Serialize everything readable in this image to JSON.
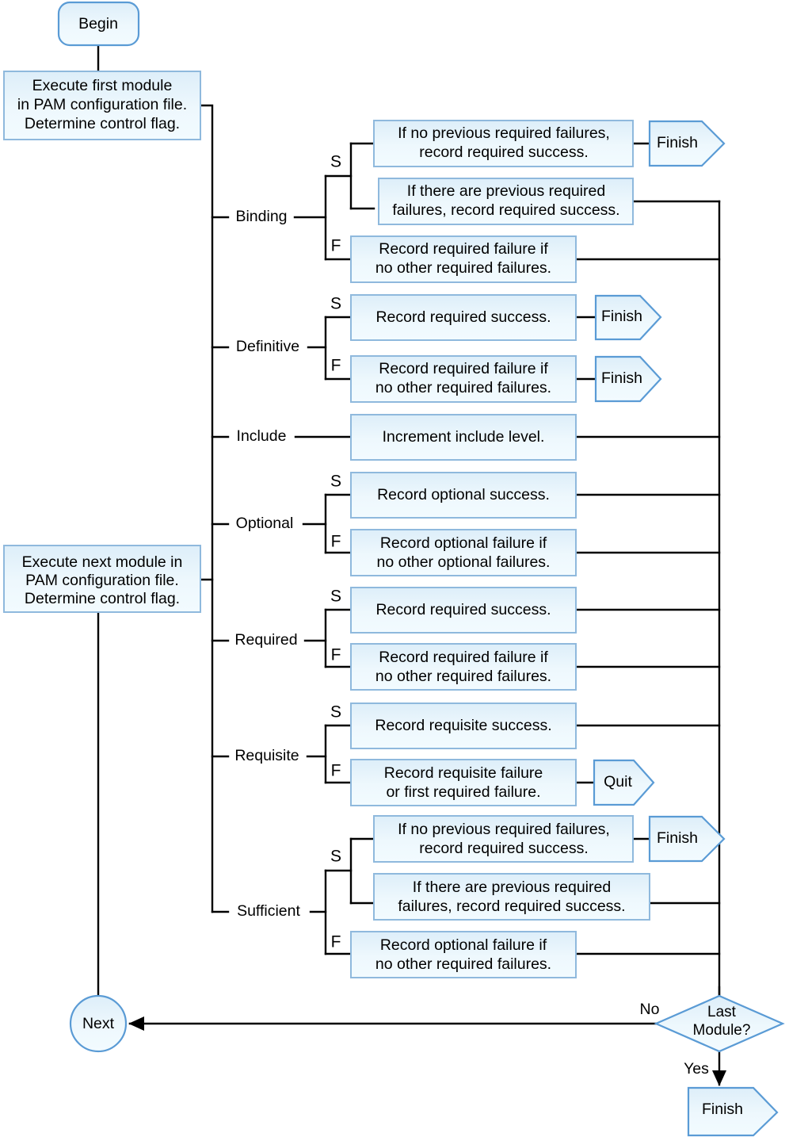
{
  "diagram": {
    "title": "PAM module stack control flow",
    "colors": {
      "box_fill": "#e9f5fb",
      "box_stroke": "#8fb9dd",
      "shape_stroke": "#5a9bd5",
      "line": "#000000",
      "text": "#000000"
    },
    "nodes": {
      "begin": {
        "label": "Begin",
        "shape": "rounded-rect"
      },
      "execute_first": {
        "label": "Execute first module\nin PAM configuration file.\nDetermine control flag.",
        "shape": "rect"
      },
      "execute_next": {
        "label": "Execute next module in\nPAM configuration file.\nDetermine control flag.",
        "shape": "rect"
      },
      "next": {
        "label": "Next",
        "shape": "circle"
      },
      "last_module": {
        "label": "Last\nModule?",
        "shape": "diamond"
      },
      "finish_final": {
        "label": "Finish",
        "shape": "pentagon-arrow"
      }
    },
    "edge_labels": {
      "no": "No",
      "yes": "Yes",
      "success": "S",
      "failure": "F"
    },
    "branches": [
      {
        "name": "Binding",
        "label": "Binding",
        "outcomes": [
          {
            "flag": "S",
            "boxes": [
              {
                "text": "If no previous required failures,\nrecord required success.",
                "terminal": "Finish"
              },
              {
                "text": "If there are previous required\nfailures, record required success.",
                "terminal": null
              }
            ]
          },
          {
            "flag": "F",
            "boxes": [
              {
                "text": "Record required failure if\nno other required failures.",
                "terminal": null
              }
            ]
          }
        ]
      },
      {
        "name": "Definitive",
        "label": "Definitive",
        "outcomes": [
          {
            "flag": "S",
            "boxes": [
              {
                "text": "Record required success.",
                "terminal": "Finish"
              }
            ]
          },
          {
            "flag": "F",
            "boxes": [
              {
                "text": "Record required failure if\nno other required failures.",
                "terminal": "Finish"
              }
            ]
          }
        ]
      },
      {
        "name": "Include",
        "label": "Include",
        "outcomes": [
          {
            "flag": "",
            "boxes": [
              {
                "text": "Increment include level.",
                "terminal": null
              }
            ]
          }
        ]
      },
      {
        "name": "Optional",
        "label": "Optional",
        "outcomes": [
          {
            "flag": "S",
            "boxes": [
              {
                "text": "Record optional success.",
                "terminal": null
              }
            ]
          },
          {
            "flag": "F",
            "boxes": [
              {
                "text": "Record optional failure if\nno other optional failures.",
                "terminal": null
              }
            ]
          }
        ]
      },
      {
        "name": "Required",
        "label": "Required",
        "outcomes": [
          {
            "flag": "S",
            "boxes": [
              {
                "text": "Record required success.",
                "terminal": null
              }
            ]
          },
          {
            "flag": "F",
            "boxes": [
              {
                "text": "Record required failure if\nno other required failures.",
                "terminal": null
              }
            ]
          }
        ]
      },
      {
        "name": "Requisite",
        "label": "Requisite",
        "outcomes": [
          {
            "flag": "S",
            "boxes": [
              {
                "text": "Record requisite success.",
                "terminal": null
              }
            ]
          },
          {
            "flag": "F",
            "boxes": [
              {
                "text": "Record requisite failure\nor first required failure.",
                "terminal": "Quit"
              }
            ]
          }
        ]
      },
      {
        "name": "Sufficient",
        "label": "Sufficient",
        "outcomes": [
          {
            "flag": "S",
            "boxes": [
              {
                "text": "If no previous required failures,\nrecord required success.",
                "terminal": "Finish"
              },
              {
                "text": "If there are previous required\nfailures, record required success.",
                "terminal": null
              }
            ]
          },
          {
            "flag": "F",
            "boxes": [
              {
                "text": "Record optional failure if\nno other required failures.",
                "terminal": null
              }
            ]
          }
        ]
      }
    ],
    "text": {
      "begin": "Begin",
      "exec_first_l1": "Execute first module",
      "exec_first_l2": "in PAM configuration file.",
      "exec_first_l3": "Determine control flag.",
      "exec_next_l1": "Execute next module in",
      "exec_next_l2": "PAM configuration file.",
      "exec_next_l3": "Determine control flag.",
      "binding": "Binding",
      "definitive": "Definitive",
      "include": "Include",
      "optional": "Optional",
      "required": "Required",
      "requisite": "Requisite",
      "sufficient": "Sufficient",
      "S": "S",
      "F": "F",
      "finish": "Finish",
      "quit": "Quit",
      "next": "Next",
      "no": "No",
      "yes": "Yes",
      "last_l1": "Last",
      "last_l2": "Module?",
      "b1_l1": "If no previous required failures,",
      "b1_l2": "record required success.",
      "b2_l1": "If there are previous required",
      "b2_l2": "failures, record required success.",
      "b3_l1": "Record required failure if",
      "b3_l2": "no other required failures.",
      "d1_l1": "Record required success.",
      "d2_l1": "Record required failure if",
      "d2_l2": "no other required failures.",
      "i1_l1": "Increment include level.",
      "o1_l1": "Record optional success.",
      "o2_l1": "Record optional failure if",
      "o2_l2": "no other optional failures.",
      "r1_l1": "Record required success.",
      "r2_l1": "Record required failure if",
      "r2_l2": "no other required failures.",
      "q1_l1": "Record requisite success.",
      "q2_l1": "Record requisite failure",
      "q2_l2": "or first required failure.",
      "s1_l1": "If no previous required failures,",
      "s1_l2": "record required success.",
      "s2_l1": "If there are previous required",
      "s2_l2": "failures, record required success.",
      "s3_l1": "Record optional failure if",
      "s3_l2": "no other required failures."
    }
  }
}
